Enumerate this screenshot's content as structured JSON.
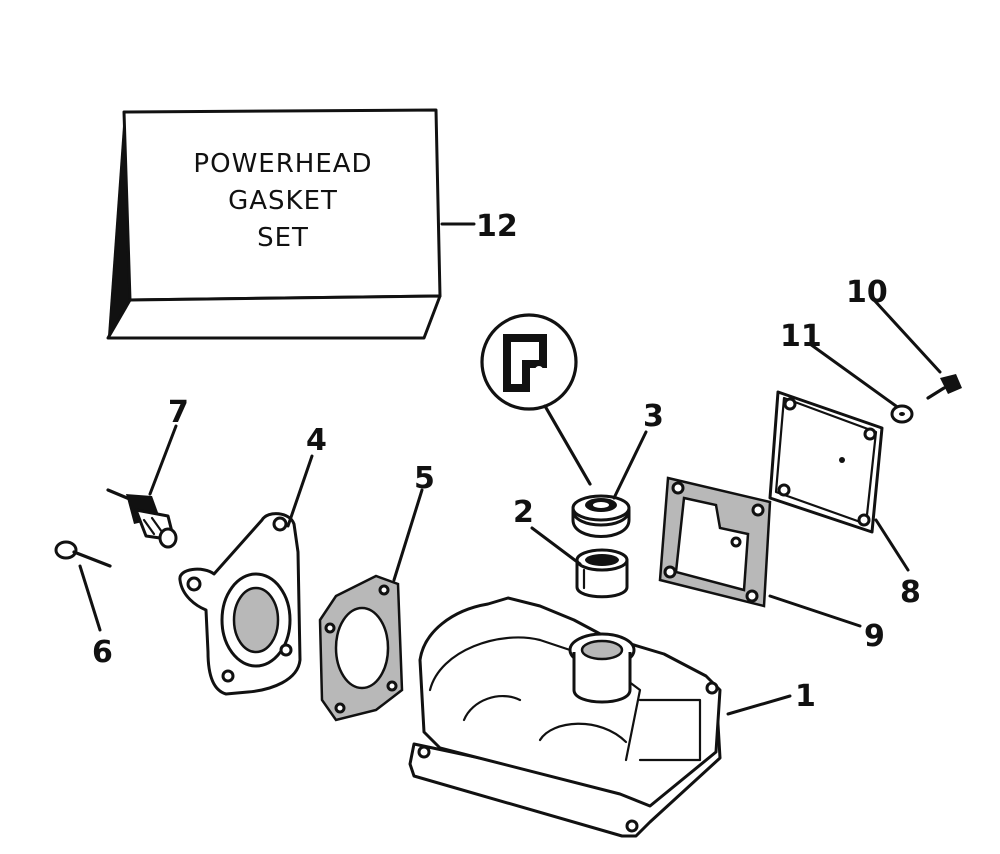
{
  "gasket_set_box": {
    "lines": [
      "POWERHEAD",
      "GASKET",
      "SET"
    ]
  },
  "callouts": [
    "1",
    "2",
    "3",
    "4",
    "5",
    "6",
    "7",
    "8",
    "9",
    "10",
    "11",
    "12"
  ]
}
